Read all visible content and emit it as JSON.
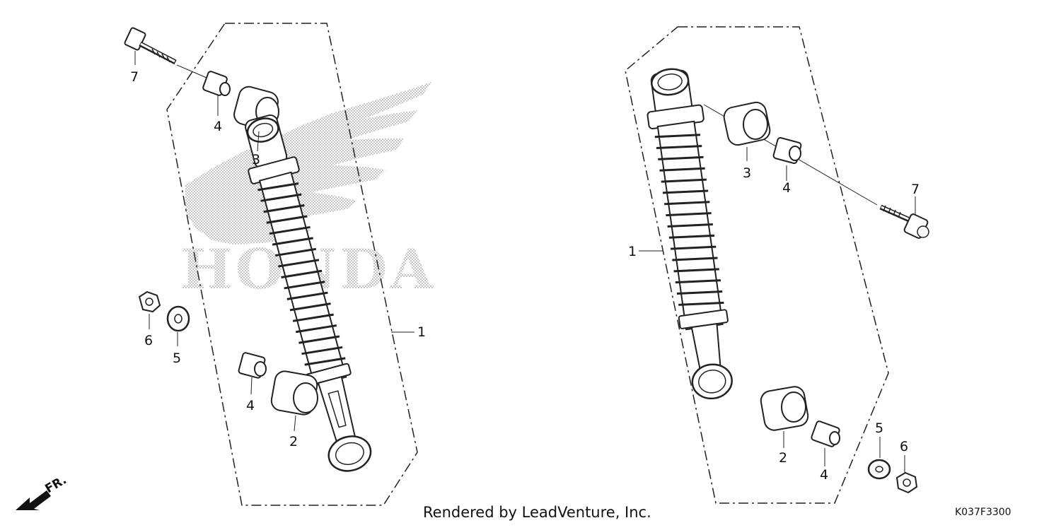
{
  "watermark_text": "HONDA",
  "credit_text": "Rendered by LeadVenture, Inc.",
  "diagram_code": "K037F3300",
  "front_indicator_label": "FR.",
  "callouts": {
    "left": {
      "p1": "1",
      "p2": "2",
      "p3": "3",
      "p4a": "4",
      "p4b": "4",
      "p5": "5",
      "p6": "6",
      "p7": "7"
    },
    "right": {
      "p1": "1",
      "p2": "2",
      "p3": "3",
      "p4a": "4",
      "p4b": "4",
      "p5": "5",
      "p6": "6",
      "p7": "7"
    }
  }
}
